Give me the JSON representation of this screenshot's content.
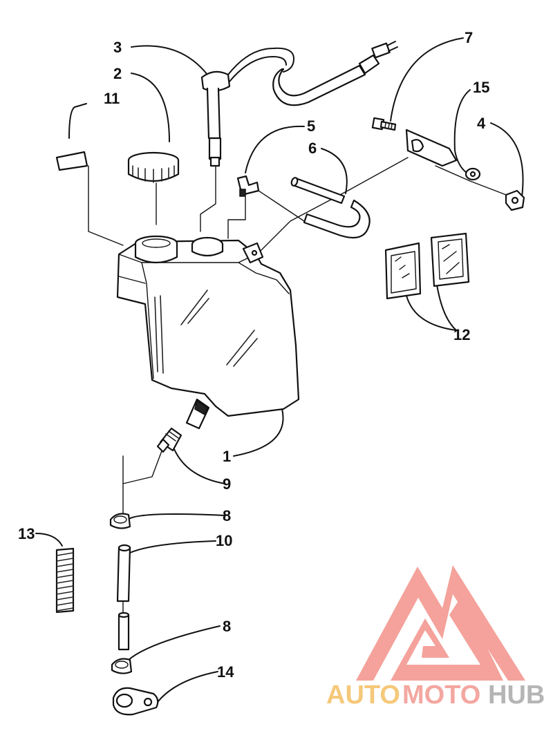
{
  "callouts": [
    {
      "id": "callout-1",
      "label": "1"
    },
    {
      "id": "callout-2",
      "label": "2"
    },
    {
      "id": "callout-3",
      "label": "3"
    },
    {
      "id": "callout-4",
      "label": "4"
    },
    {
      "id": "callout-5",
      "label": "5"
    },
    {
      "id": "callout-6",
      "label": "6"
    },
    {
      "id": "callout-7",
      "label": "7"
    },
    {
      "id": "callout-8a",
      "label": "8"
    },
    {
      "id": "callout-8b",
      "label": "8"
    },
    {
      "id": "callout-9",
      "label": "9"
    },
    {
      "id": "callout-10",
      "label": "10"
    },
    {
      "id": "callout-11",
      "label": "11"
    },
    {
      "id": "callout-12",
      "label": "12"
    },
    {
      "id": "callout-13",
      "label": "13"
    },
    {
      "id": "callout-14",
      "label": "14"
    },
    {
      "id": "callout-15",
      "label": "15"
    }
  ],
  "watermark": {
    "part1": "AUTO",
    "part2": "MOTO",
    "part3": "HUB",
    "colors": {
      "auto": "#f5c87a",
      "moto": "#f3a7a0",
      "hub": "#b5b5b5",
      "triangle": "#f4a29b"
    }
  }
}
